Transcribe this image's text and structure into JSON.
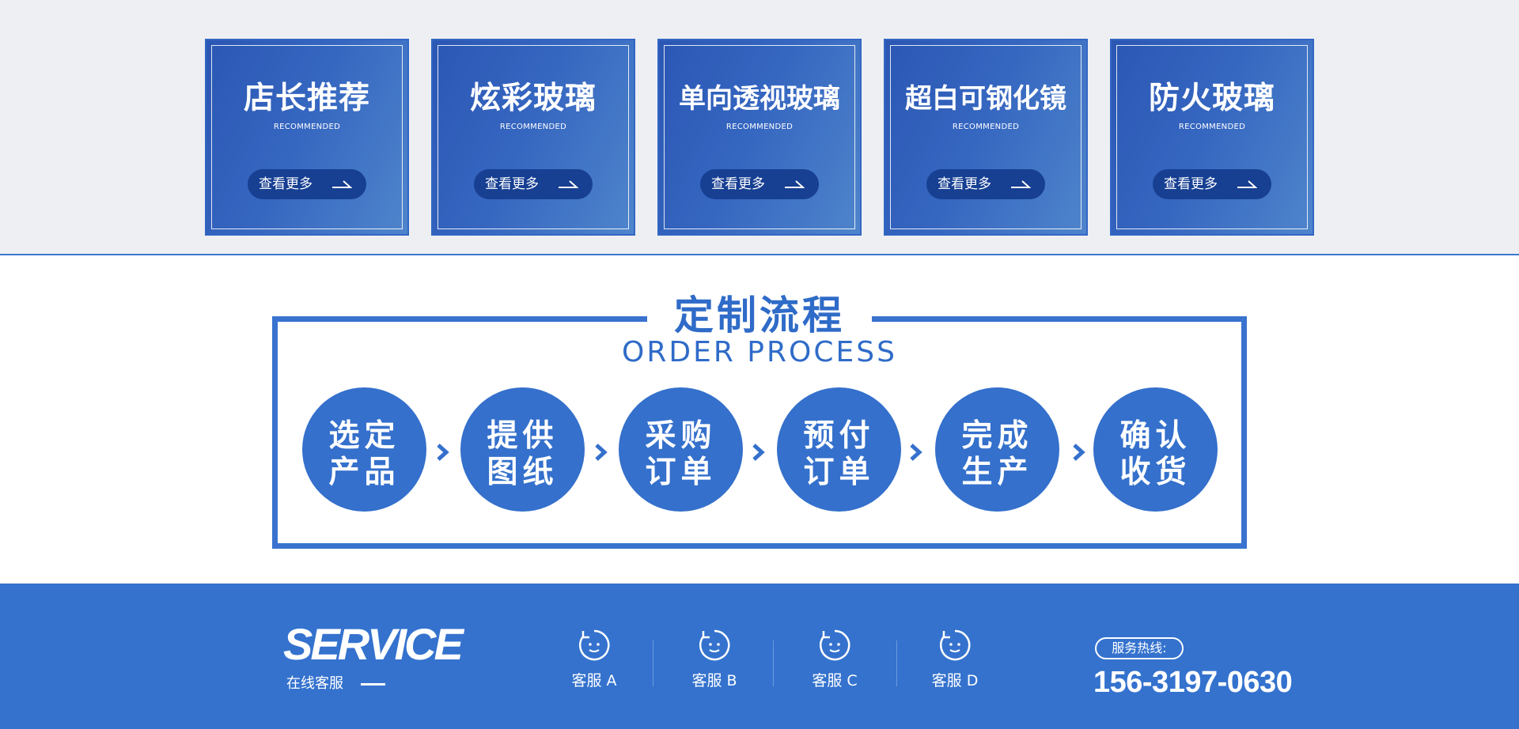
{
  "categories": [
    {
      "title": "店长推荐",
      "subtitle": "RECOMMENDED",
      "button": "查看更多"
    },
    {
      "title": "炫彩玻璃",
      "subtitle": "RECOMMENDED",
      "button": "查看更多"
    },
    {
      "title": "单向透视玻璃",
      "subtitle": "RECOMMENDED",
      "button": "查看更多"
    },
    {
      "title": "超白可钢化镜",
      "subtitle": "RECOMMENDED",
      "button": "查看更多"
    },
    {
      "title": "防火玻璃",
      "subtitle": "RECOMMENDED",
      "button": "查看更多"
    }
  ],
  "process": {
    "title": "定制流程",
    "subtitle": "ORDER PROCESS",
    "steps": [
      {
        "line1": "选定",
        "line2": "产品"
      },
      {
        "line1": "提供",
        "line2": "图纸"
      },
      {
        "line1": "采购",
        "line2": "订单"
      },
      {
        "line1": "预付",
        "line2": "订单"
      },
      {
        "line1": "完成",
        "line2": "生产"
      },
      {
        "line1": "确认",
        "line2": "收货"
      }
    ]
  },
  "service": {
    "logo": "SERVICE",
    "subtitle": "在线客服",
    "agents": [
      "客服 A",
      "客服 B",
      "客服 C",
      "客服 D"
    ],
    "hotline_label": "服务热线:",
    "hotline_number": "156-3197-0630"
  },
  "colors": {
    "brand_blue": "#3472ce",
    "dark_button": "#173f92",
    "section_bg": "#eeeff3"
  }
}
